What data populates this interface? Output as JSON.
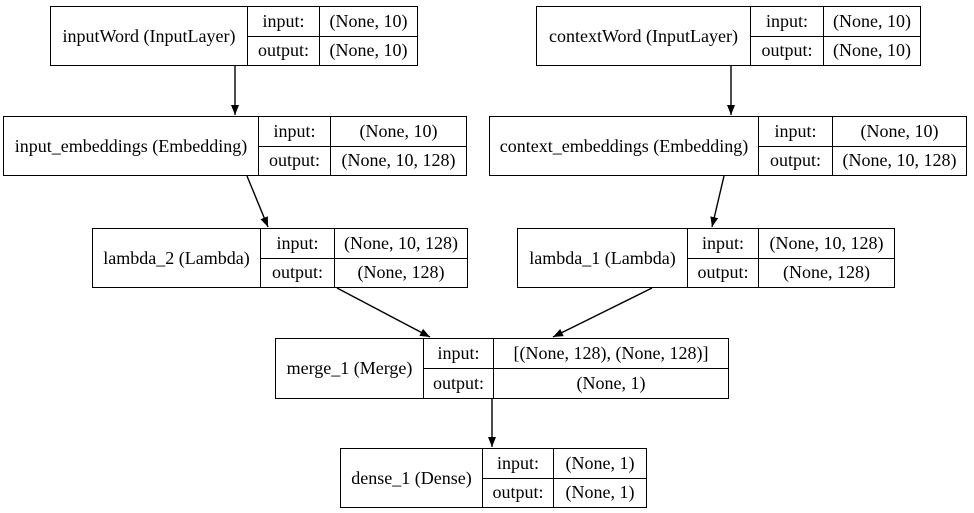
{
  "colors": {
    "line": "#000000",
    "text": "#000000",
    "background": "#ffffff"
  },
  "nodes": {
    "inputWord": {
      "title": "inputWord (InputLayer)",
      "input_label": "input:",
      "output_label": "output:",
      "input_value": "(None, 10)",
      "output_value": "(None, 10)"
    },
    "contextWord": {
      "title": "contextWord (InputLayer)",
      "input_label": "input:",
      "output_label": "output:",
      "input_value": "(None, 10)",
      "output_value": "(None, 10)"
    },
    "input_embeddings": {
      "title": "input_embeddings (Embedding)",
      "input_label": "input:",
      "output_label": "output:",
      "input_value": "(None, 10)",
      "output_value": "(None, 10, 128)"
    },
    "context_embeddings": {
      "title": "context_embeddings (Embedding)",
      "input_label": "input:",
      "output_label": "output:",
      "input_value": "(None, 10)",
      "output_value": "(None, 10, 128)"
    },
    "lambda_2": {
      "title": "lambda_2 (Lambda)",
      "input_label": "input:",
      "output_label": "output:",
      "input_value": "(None, 10, 128)",
      "output_value": "(None, 128)"
    },
    "lambda_1": {
      "title": "lambda_1 (Lambda)",
      "input_label": "input:",
      "output_label": "output:",
      "input_value": "(None, 10, 128)",
      "output_value": "(None, 128)"
    },
    "merge_1": {
      "title": "merge_1 (Merge)",
      "input_label": "input:",
      "output_label": "output:",
      "input_value": "[(None, 128), (None, 128)]",
      "output_value": "(None, 1)"
    },
    "dense_1": {
      "title": "dense_1 (Dense)",
      "input_label": "input:",
      "output_label": "output:",
      "input_value": "(None, 1)",
      "output_value": "(None, 1)"
    }
  }
}
